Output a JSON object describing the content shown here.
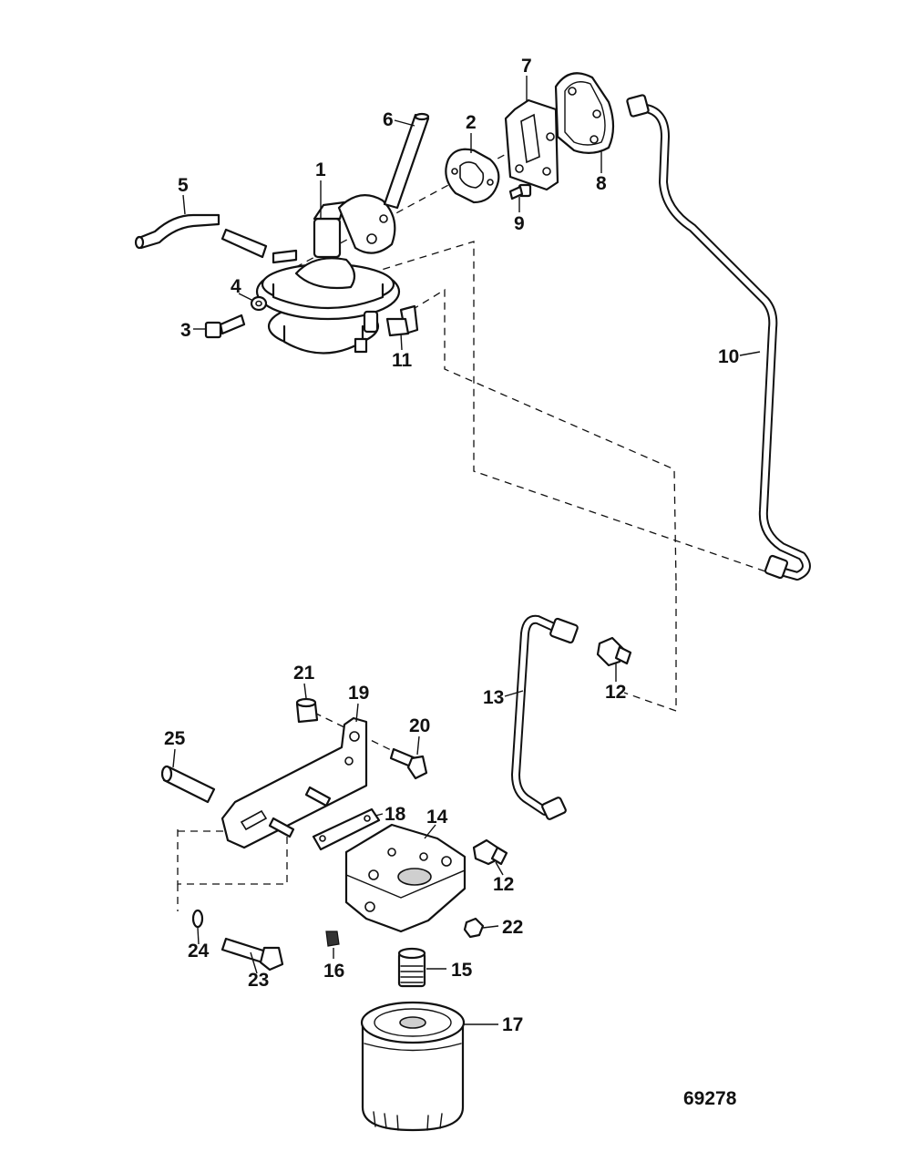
{
  "figure_number": "69278",
  "callouts": [
    {
      "id": "c1",
      "label": "1"
    },
    {
      "id": "c2",
      "label": "2"
    },
    {
      "id": "c3",
      "label": "3"
    },
    {
      "id": "c4",
      "label": "4"
    },
    {
      "id": "c5",
      "label": "5"
    },
    {
      "id": "c6",
      "label": "6"
    },
    {
      "id": "c7",
      "label": "7"
    },
    {
      "id": "c8",
      "label": "8"
    },
    {
      "id": "c9",
      "label": "9"
    },
    {
      "id": "c10",
      "label": "10"
    },
    {
      "id": "c11",
      "label": "11"
    },
    {
      "id": "c12a",
      "label": "12"
    },
    {
      "id": "c12b",
      "label": "12"
    },
    {
      "id": "c13",
      "label": "13"
    },
    {
      "id": "c14",
      "label": "14"
    },
    {
      "id": "c15",
      "label": "15"
    },
    {
      "id": "c16",
      "label": "16"
    },
    {
      "id": "c17",
      "label": "17"
    },
    {
      "id": "c18",
      "label": "18"
    },
    {
      "id": "c19",
      "label": "19"
    },
    {
      "id": "c20",
      "label": "20"
    },
    {
      "id": "c21",
      "label": "21"
    },
    {
      "id": "c22",
      "label": "22"
    },
    {
      "id": "c23",
      "label": "23"
    },
    {
      "id": "c24",
      "label": "24"
    },
    {
      "id": "c25",
      "label": "25"
    }
  ]
}
